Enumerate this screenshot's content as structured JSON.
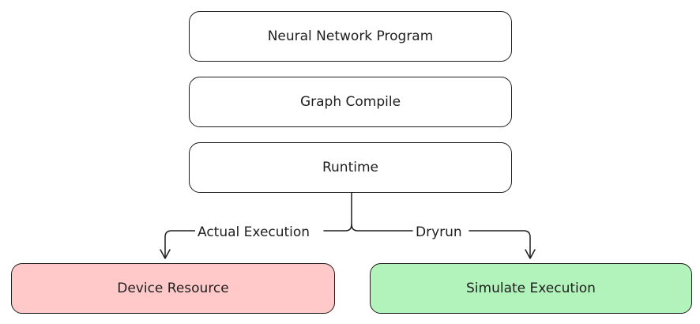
{
  "nodes": {
    "program": "Neural Network Program",
    "compile": "Graph Compile",
    "runtime": "Runtime",
    "device": "Device Resource",
    "simulate": "Simulate Execution"
  },
  "edges": {
    "actual_label": "Actual Execution",
    "dryrun_label": "Dryrun"
  },
  "colors": {
    "stroke": "#1e1e1e",
    "device_fill": "#ffc9c9",
    "simulate_fill": "#b2f2bb",
    "default_fill": "#ffffff"
  }
}
